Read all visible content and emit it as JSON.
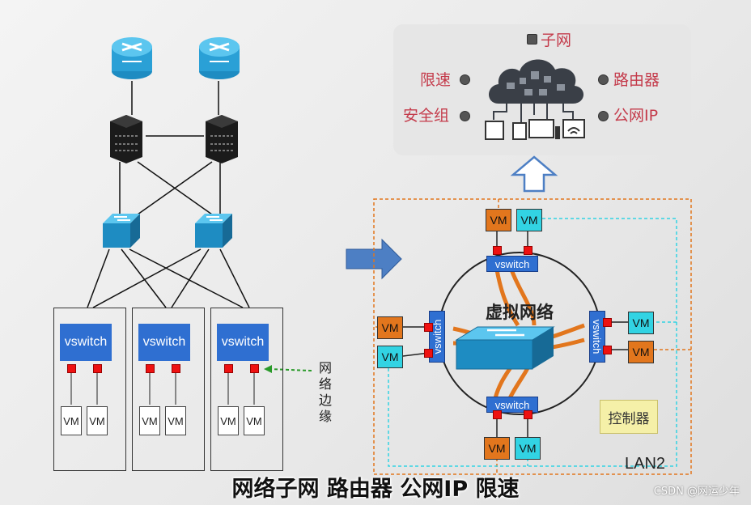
{
  "left_topology": {
    "server_vswitch_label": "vswitch",
    "vm_label": "VM",
    "edge_label": "网络边缘"
  },
  "cloud": {
    "labels": {
      "subnet": "子网",
      "rate_limit": "限速",
      "router": "路由器",
      "security_group": "安全组",
      "public_ip": "公网IP"
    }
  },
  "virtual_network": {
    "title": "虚拟网络",
    "vswitch_label": "vswitch",
    "vm_label": "VM",
    "controller": "控制器",
    "lan": "LAN2"
  },
  "subtitle": "网络子网 路由器 公网IP 限速",
  "watermark": "CSDN @网运少年",
  "colors": {
    "vswitch_blue": "#2f6fd1",
    "vm_orange": "#e2761d",
    "vm_cyan": "#32d3e3",
    "label_red": "#c43a4a",
    "arrow_blue": "#4d7fc4"
  }
}
